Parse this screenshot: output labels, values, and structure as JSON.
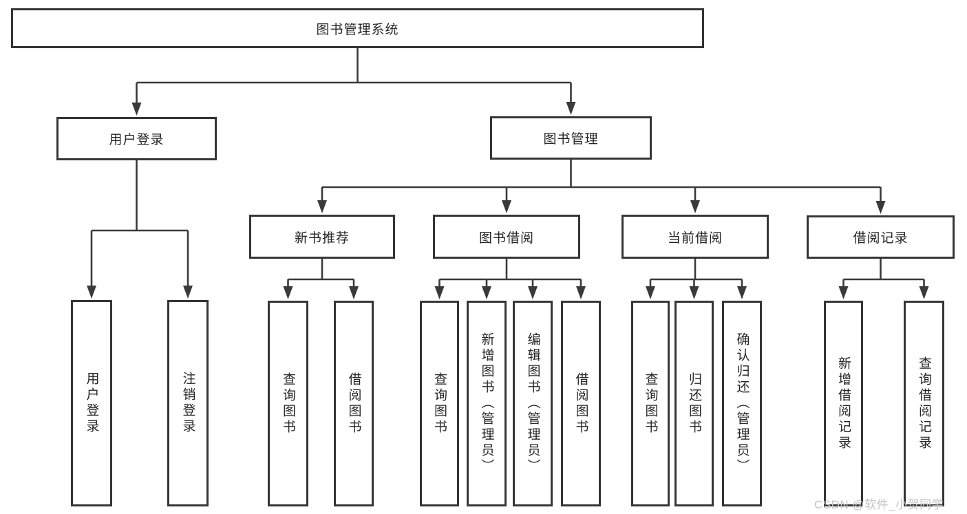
{
  "title": "图书管理系统",
  "tree": {
    "root": {
      "label": "图书管理系统"
    },
    "branches": [
      {
        "label": "用户登录",
        "children": [
          {
            "label": "用户登录"
          },
          {
            "label": "注销登录"
          }
        ]
      },
      {
        "label": "图书管理",
        "children": [
          {
            "label": "新书推荐",
            "children": [
              {
                "label": "查询图书"
              },
              {
                "label": "借阅图书"
              }
            ]
          },
          {
            "label": "图书借阅",
            "children": [
              {
                "label": "查询图书"
              },
              {
                "label": "新增图书（管理员）"
              },
              {
                "label": "编辑图书（管理员）"
              },
              {
                "label": "借阅图书"
              }
            ]
          },
          {
            "label": "当前借阅",
            "children": [
              {
                "label": "查询图书"
              },
              {
                "label": "归还图书"
              },
              {
                "label": "确认归还（管理员）"
              }
            ]
          },
          {
            "label": "借阅记录",
            "children": [
              {
                "label": "新增借阅记录"
              },
              {
                "label": "查询借阅记录"
              }
            ]
          }
        ]
      }
    ]
  },
  "watermark": "CSDN @软件_小贺同学",
  "colors": {
    "line": "#3a3a3a",
    "box_border": "#353535",
    "text": "#262626",
    "watermark": "#c3c3c3",
    "background": "#ffffff"
  }
}
